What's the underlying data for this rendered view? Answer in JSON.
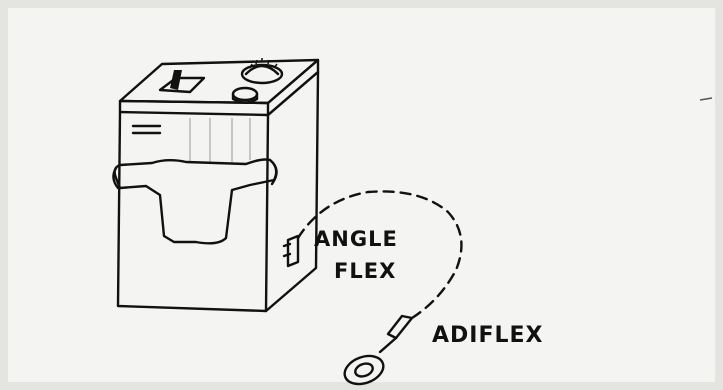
{
  "labels": {
    "angle": "ANGLE",
    "flex": "FLEX",
    "adiflex": "ADIFLEX"
  },
  "colors": {
    "paper": "#f4f4f2",
    "ink": "#111111"
  }
}
